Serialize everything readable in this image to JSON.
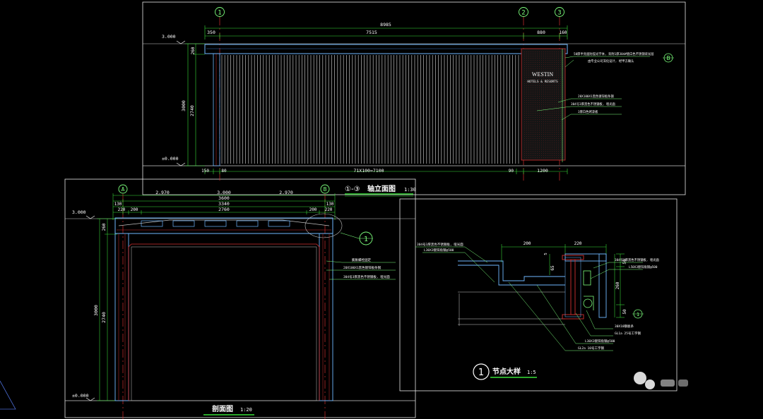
{
  "elevation": {
    "axes": [
      "1",
      "2",
      "3"
    ],
    "overall_dim": "8985",
    "top_dims": [
      "350",
      "7515",
      "880",
      "160"
    ],
    "level_top": "3.000",
    "level_bottom": "±0.000",
    "left_dims": [
      "260",
      "3000",
      "2740"
    ],
    "bottom_dims": [
      "150",
      "80",
      "71X100=7100",
      "90",
      "1200"
    ],
    "axis_marker": "B",
    "callouts": [
      "50厚半亮面防弧光字体, 背附1厚304#镀白色不锈钢背光层",
      "由专业公司深化设计, 经甲方确认",
      "20X100X1黑色镀锌板条钢",
      "304号3厚黑色不锈钢板, 哑光面",
      "3厚白色烤漆板"
    ],
    "logo_title": "WESTIN",
    "logo_sub": "HOTELS & RESORTS",
    "title_prefix": "①-③",
    "title_main": "轴立面图",
    "title_scale": "1:30"
  },
  "section": {
    "axes": [
      "A",
      "B"
    ],
    "top_dims_row1": [
      "2.970",
      "3.000",
      "2.970"
    ],
    "top_dims_row2": [
      "3600"
    ],
    "top_dims_row3": [
      "130",
      "3340",
      "130"
    ],
    "top_dims_row4": [
      "220",
      "200",
      "2760",
      "200",
      "220"
    ],
    "level_top": "3.000",
    "level_bottom": "±0.000",
    "left_dims": [
      "260",
      "3000",
      "2740"
    ],
    "detail_marker": "1",
    "callouts": [
      "膨胀螺栓固定",
      "20X100X1黑色镀锌板条钢",
      "304号3厚黑色不锈钢板, 哑光面"
    ],
    "title_main": "剖面图",
    "title_scale": "1:20"
  },
  "detail": {
    "dims_top": [
      "200",
      "220"
    ],
    "dims_right": [
      "50",
      "260",
      "50"
    ],
    "dim_mid": "65",
    "dim_small": "5",
    "section_marker": "1",
    "callouts_left": [
      "304号3厚黑色不锈钢板, 哑光面",
      "L30X3镀锌角钢@500"
    ],
    "callouts_right": [
      "304号3厚黑色不锈钢板, 哑光面",
      "L50X3镀锌角钢@500"
    ],
    "callouts_bottom": [
      "30X10钢板条",
      "GL1a 25号工字钢",
      "L30X3镀锌角钢@500",
      "GL2a 10号工字钢"
    ],
    "title_number": "1",
    "title_main": "节点大样",
    "title_scale": "1:5"
  }
}
